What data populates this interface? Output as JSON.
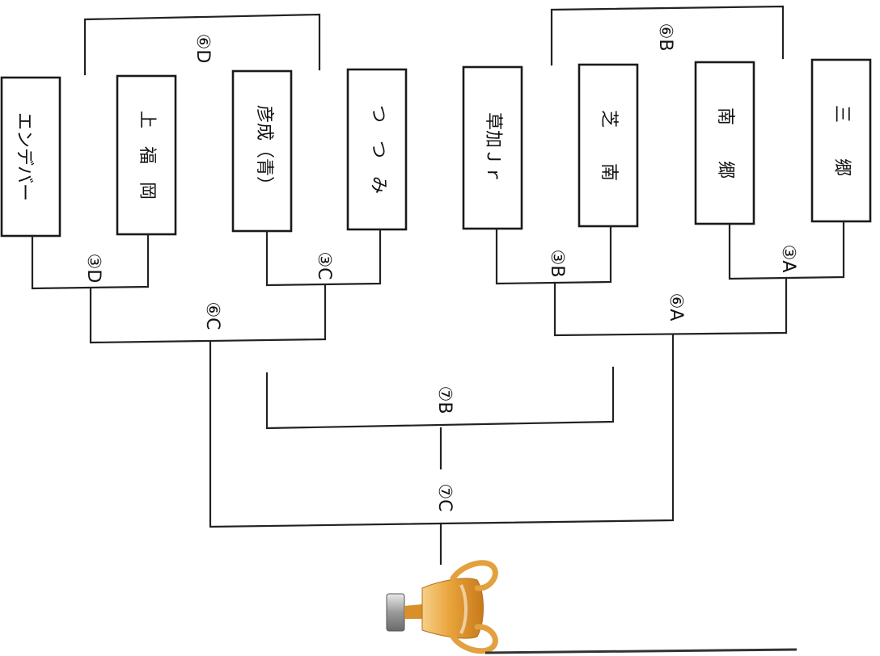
{
  "teams": [
    {
      "key": "endeavor",
      "name": "エンデバー"
    },
    {
      "key": "kamifukuoka",
      "name": "上　福　岡"
    },
    {
      "key": "hikonari",
      "name": "彦成（青）"
    },
    {
      "key": "tsutsumi",
      "name": "つ　つ　み"
    },
    {
      "key": "soka",
      "name": "草加Ｊｒ"
    },
    {
      "key": "shibaminami",
      "name": "芝　　南"
    },
    {
      "key": "nango",
      "name": "南　　郷"
    },
    {
      "key": "sango",
      "name": "三　　郷"
    }
  ],
  "matches": {
    "m3D": "③D",
    "m3C": "③C",
    "m3B": "③B",
    "m3A": "③A",
    "m6D": "⑥D",
    "m6C": "⑥C",
    "m6B": "⑥B",
    "m6A": "⑥A",
    "m7B": "⑦B",
    "m7C": "⑦C"
  },
  "trophy": {
    "icon": "trophy-icon",
    "color": "#e8a23a"
  }
}
